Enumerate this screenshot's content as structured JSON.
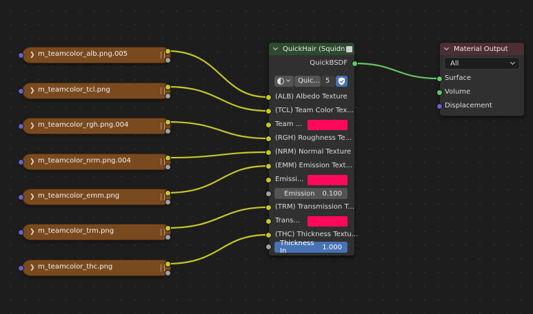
{
  "texture_nodes": [
    {
      "label": "m_teamcolor_alb.png.005"
    },
    {
      "label": "m_teamcolor_tcl.png"
    },
    {
      "label": "m_teamcolor_rgh.png.004"
    },
    {
      "label": "m_teamcolor_nrm.png.004"
    },
    {
      "label": "m_teamcolor_emm.png"
    },
    {
      "label": "m_teamcolor_trm.png"
    },
    {
      "label": "m_teamcolor_thc.png"
    }
  ],
  "quickhair": {
    "title": "QuickHair (Squidn",
    "output_label": "QuickBSDF",
    "selector_text": "Quic...",
    "selector_count": "5",
    "inputs": {
      "alb": "(ALB) Albedo Texture",
      "tcl": "(TCL) Team Color Tex...",
      "team_color": "Team ...",
      "rgh": "(RGH) Roughness Te...",
      "nrm": "(NRM) Normal Texture",
      "emm": "(EMM) Emission Text...",
      "emission_color": "Emissi...",
      "emission_label": "Emission",
      "emission_value": "0.100",
      "trm": "(TRM) Transmission T...",
      "trans_color": "Trans...",
      "thc": "(THC) Thickness Textu...",
      "thickness_label": "Thickness In",
      "thickness_value": "1.000"
    },
    "swatch_color": "#ff0a5a"
  },
  "material_output": {
    "title": "Material Output",
    "target": "All",
    "inputs": {
      "surface": "Surface",
      "volume": "Volume",
      "displacement": "Displacement"
    }
  },
  "colors": {
    "socket_color": "#c7c729",
    "socket_shader": "#63c763",
    "socket_vector": "#6363c7",
    "socket_float": "#a1a1a1",
    "texture_node": "#7a4a1f"
  }
}
